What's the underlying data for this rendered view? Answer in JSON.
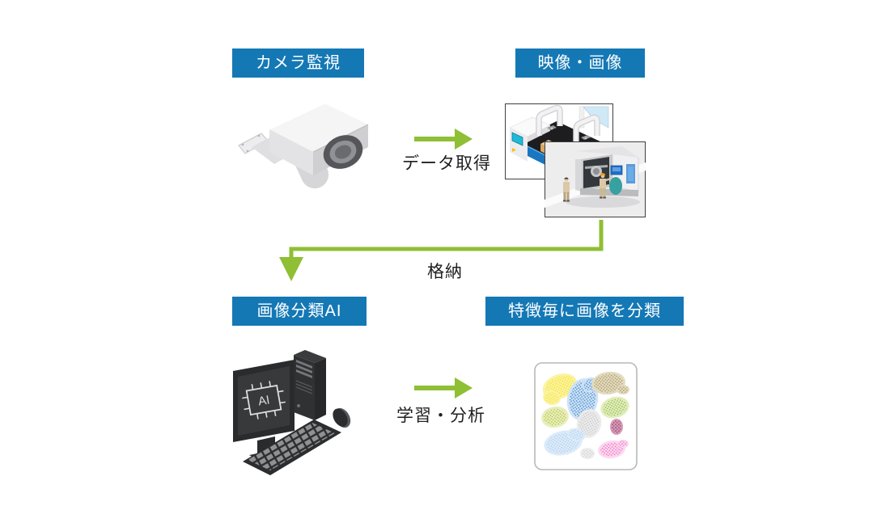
{
  "boxes": {
    "camera": "カメラ監視",
    "images": "映像・画像",
    "ai": "画像分類AI",
    "classify": "特徴毎に画像を分類"
  },
  "arrows": {
    "acquire": "データ取得",
    "store": "格納",
    "learn": "学習・分析"
  },
  "monitor": {
    "chip_text": "AI"
  },
  "colors": {
    "label_bg": "#1478b5",
    "label_text": "#ffffff",
    "arrow_green": "#8fbf34",
    "annotation_text": "#1f1f1f",
    "cluster_dot_colors": [
      "#f3df07",
      "#3e86c8",
      "#a08b50",
      "#7cb335",
      "#a3bc29",
      "#bcbcbc",
      "#8d2153",
      "#a3c3e6",
      "#c6c6c6",
      "#ec53b4"
    ]
  },
  "illustrations": {
    "camera": "cctv-security-camera",
    "images": "factory-production-photos",
    "ai": "desktop-computer-with-ai-chip",
    "classify": "feature-cluster-scatter"
  }
}
